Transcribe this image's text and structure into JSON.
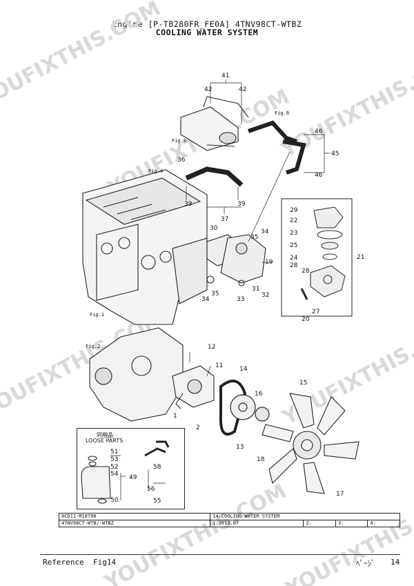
{
  "header": {
    "line1": "Engine [P-TB280FR_FE0A]   4TNV98CT-WTBZ",
    "line2": "COOLING WATER SYSTEM"
  },
  "watermark": {
    "text": "YOUFIXTHIS.COM",
    "color": "#d9d9d9"
  },
  "figrefs": [
    "Fig.6",
    "Fig.6",
    "Fig.4",
    "Fig.1",
    "Fig.2"
  ],
  "callouts": [
    "41",
    "42",
    "42",
    "46",
    "45",
    "46",
    "36",
    "39",
    "39",
    "37",
    "30",
    "29",
    "22",
    "23",
    "25",
    "24",
    "28",
    "21",
    "19",
    "35",
    "34",
    "31",
    "32",
    "33",
    "35",
    "34",
    "28",
    "27",
    "20",
    "12",
    "11",
    "14",
    "15",
    "16",
    "1",
    "2",
    "13",
    "18",
    "17",
    "51",
    "53",
    "52",
    "54",
    "49",
    "58",
    "56",
    "55",
    "50"
  ],
  "loose_parts": {
    "jp": "同梱品",
    "en": "LOOSE PARTS"
  },
  "table": {
    "row1": [
      "0CD11-M18700",
      "14.COOLING WATER SYSTEM"
    ],
    "row2": [
      "4TNV98CT-WTB/-WTBZ",
      "1:2013.07",
      "2:",
      "3:",
      "4:"
    ]
  },
  "footer": {
    "reference": "Reference",
    "fig": "Fig14",
    "page_label": "ﾍﾟｰｼﾞ",
    "page": "14"
  }
}
